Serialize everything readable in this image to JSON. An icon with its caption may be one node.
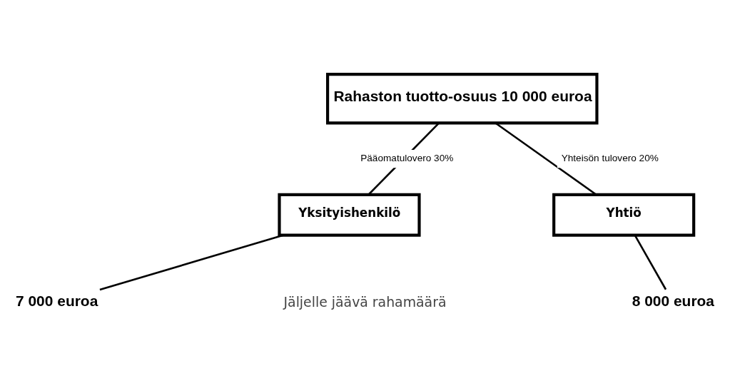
{
  "diagram": {
    "nodes": [
      {
        "text": [
          "Rahaston tuotto-osuus 10 000 euroa"
        ]
      },
      {
        "text": [
          "Yksityishenkilö"
        ]
      },
      {
        "text": [
          "Yhtiö"
        ]
      },
      {
        "text": [
          "7 000 euroa"
        ]
      },
      {
        "text": [
          "8 000 euroa"
        ]
      }
    ],
    "edges": [
      {
        "from": 0,
        "to": 1,
        "arrow": "none",
        "label": "Pääomatulovero 30%"
      },
      {
        "from": 0,
        "to": 2,
        "arrow": "none",
        "label": "Yhteisön tulovero 20%"
      },
      {
        "from": 1,
        "to": 3,
        "arrow": "none"
      },
      {
        "from": 2,
        "to": 4,
        "arrow": "none"
      }
    ],
    "labels": [
      "Jäljelle jäävä rahamäärä"
    ]
  }
}
